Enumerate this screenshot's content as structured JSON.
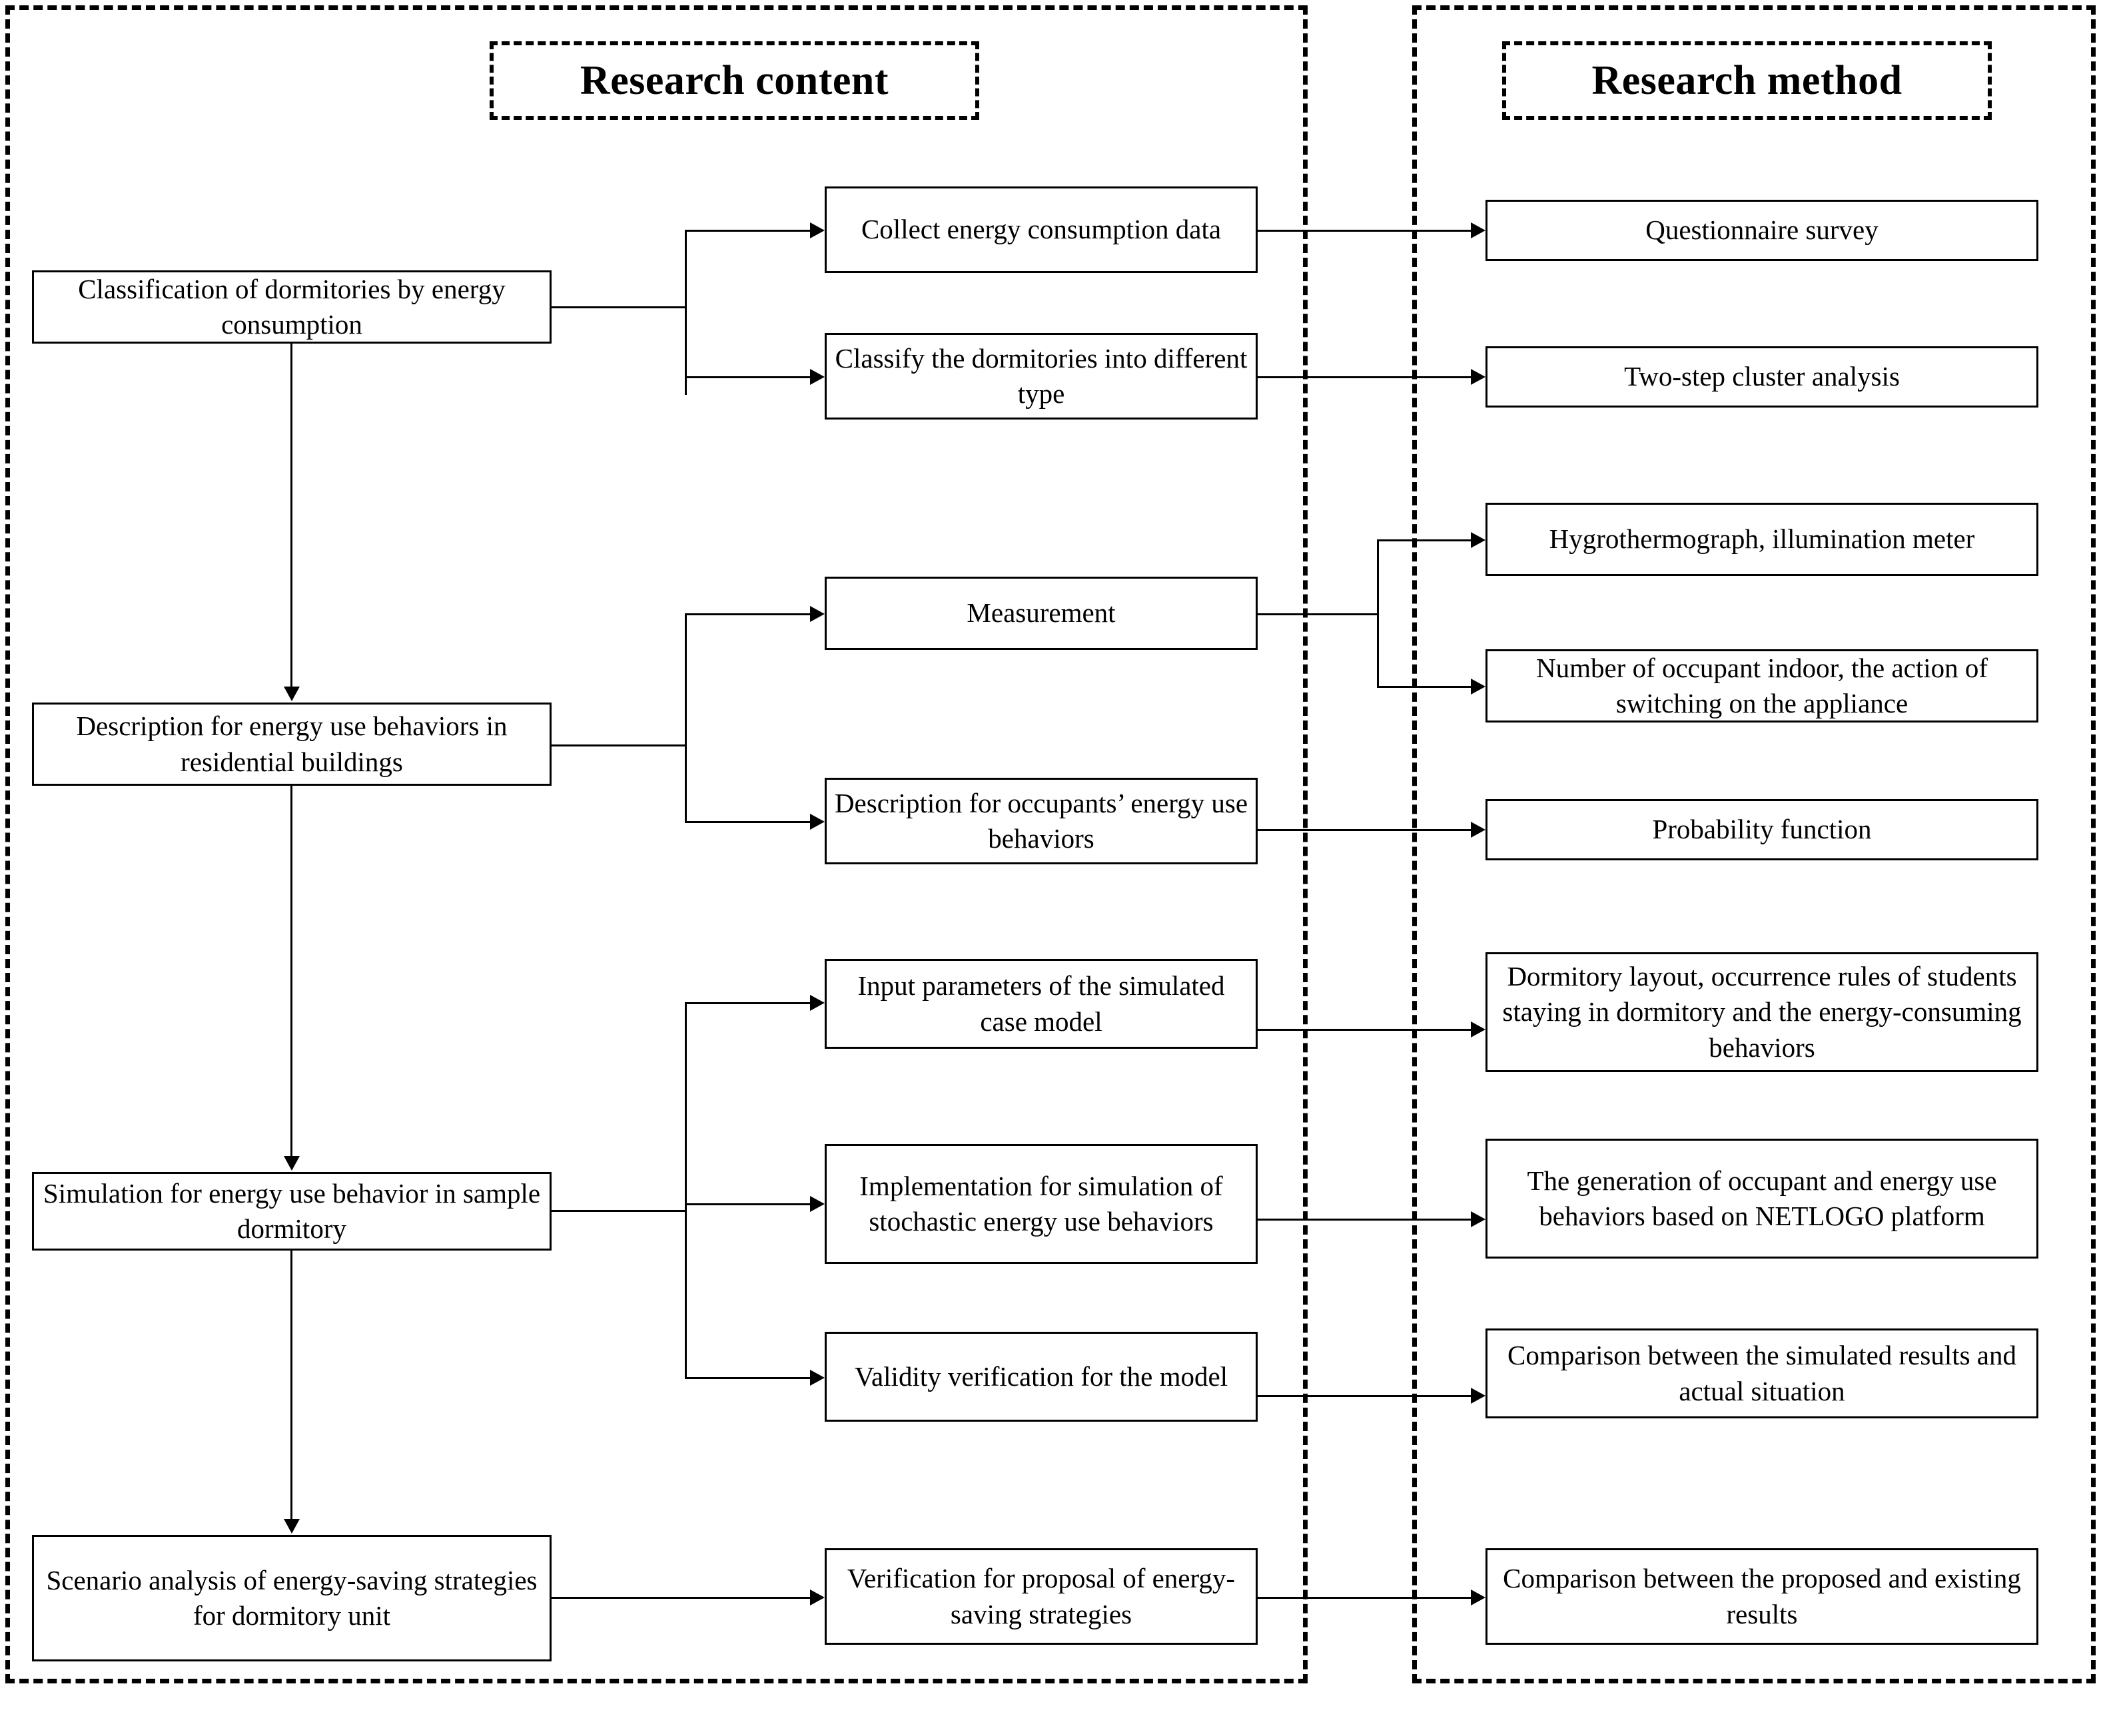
{
  "panels": {
    "left": {
      "title": "Research content"
    },
    "right": {
      "title": "Research method"
    }
  },
  "stages": [
    {
      "id": "classification",
      "label": "Classification of dormitories by energy consumption",
      "contents": [
        {
          "label": "Collect energy consumption data",
          "method": "Questionnaire survey"
        },
        {
          "label": "Classify the dormitories into different type",
          "method": "Two-step cluster analysis"
        }
      ]
    },
    {
      "id": "description",
      "label": "Description for energy use behaviors in residential buildings",
      "contents": [
        {
          "label": "Measurement",
          "methods": [
            "Hygrothermograph, illumination meter",
            "Number of occupant indoor, the action of switching on the appliance"
          ]
        },
        {
          "label": "Description for occupants’ energy use behaviors",
          "method": "Probability function"
        }
      ]
    },
    {
      "id": "simulation",
      "label": "Simulation for energy use behavior in sample dormitory",
      "contents": [
        {
          "label": "Input parameters of the simulated case model",
          "method": "Dormitory layout, occurrence rules of students staying in dormitory and the energy-consuming behaviors"
        },
        {
          "label": "Implementation for simulation of stochastic energy use behaviors",
          "method": "The generation of occupant and energy use behaviors based on NETLOGO platform"
        },
        {
          "label": "Validity verification for the model",
          "method": "Comparison between the simulated results and actual situation"
        }
      ]
    },
    {
      "id": "scenario",
      "label": "Scenario analysis of energy-saving strategies for dormitory unit",
      "contents": [
        {
          "label": "Verification for proposal of energy-saving strategies",
          "method": "Comparison between the proposed and existing results"
        }
      ]
    }
  ],
  "colors": {
    "line": "#000000",
    "background": "#ffffff",
    "text": "#000000"
  }
}
